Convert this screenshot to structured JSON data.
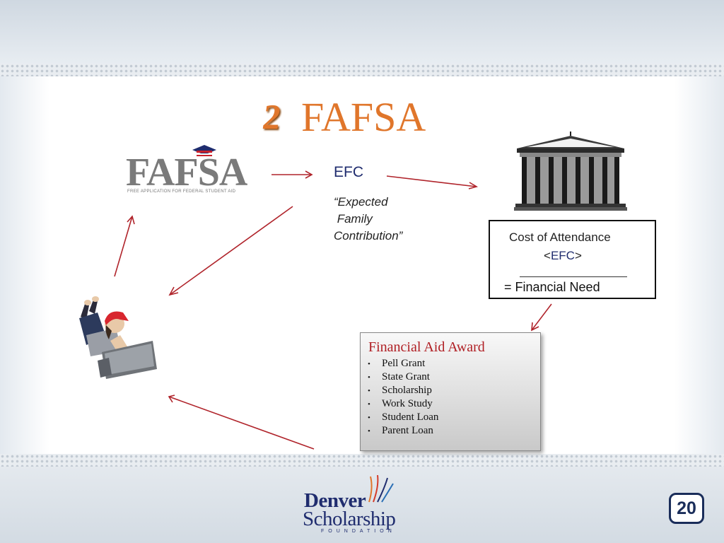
{
  "slide": {
    "number_glyph": "2",
    "title": "FAFSA",
    "page_number": "20"
  },
  "fafsa_logo": {
    "word": "FAFSA",
    "tagline": "FREE APPLICATION FOR FEDERAL STUDENT AID"
  },
  "efc": {
    "label": "EFC",
    "definition": "“Expected\n Family\nContribution”"
  },
  "cost_box": {
    "title": "Cost of Attendance",
    "efc_open": "<",
    "efc_word": "EFC",
    "efc_close": ">",
    "result": "=  Financial Need"
  },
  "award": {
    "title": "Financial Aid Award",
    "bullet": "•",
    "items": [
      "Pell Grant",
      "State Grant",
      "Scholarship",
      "Work Study",
      "Student Loan",
      "Parent Loan"
    ]
  },
  "footer_logo": {
    "line1": "Denver",
    "line2": "Scholarship",
    "line3": "FOUNDATION"
  },
  "colors": {
    "title_orange": "#e0762b",
    "arrow_red": "#b0242b",
    "navy": "#1f2c6e",
    "award_title_red": "#b01f24"
  },
  "icons": [
    "fafsa-logo",
    "capitol-building-icon",
    "student-with-laptop-image",
    "flow-arrow",
    "denver-scholarship-logo"
  ]
}
